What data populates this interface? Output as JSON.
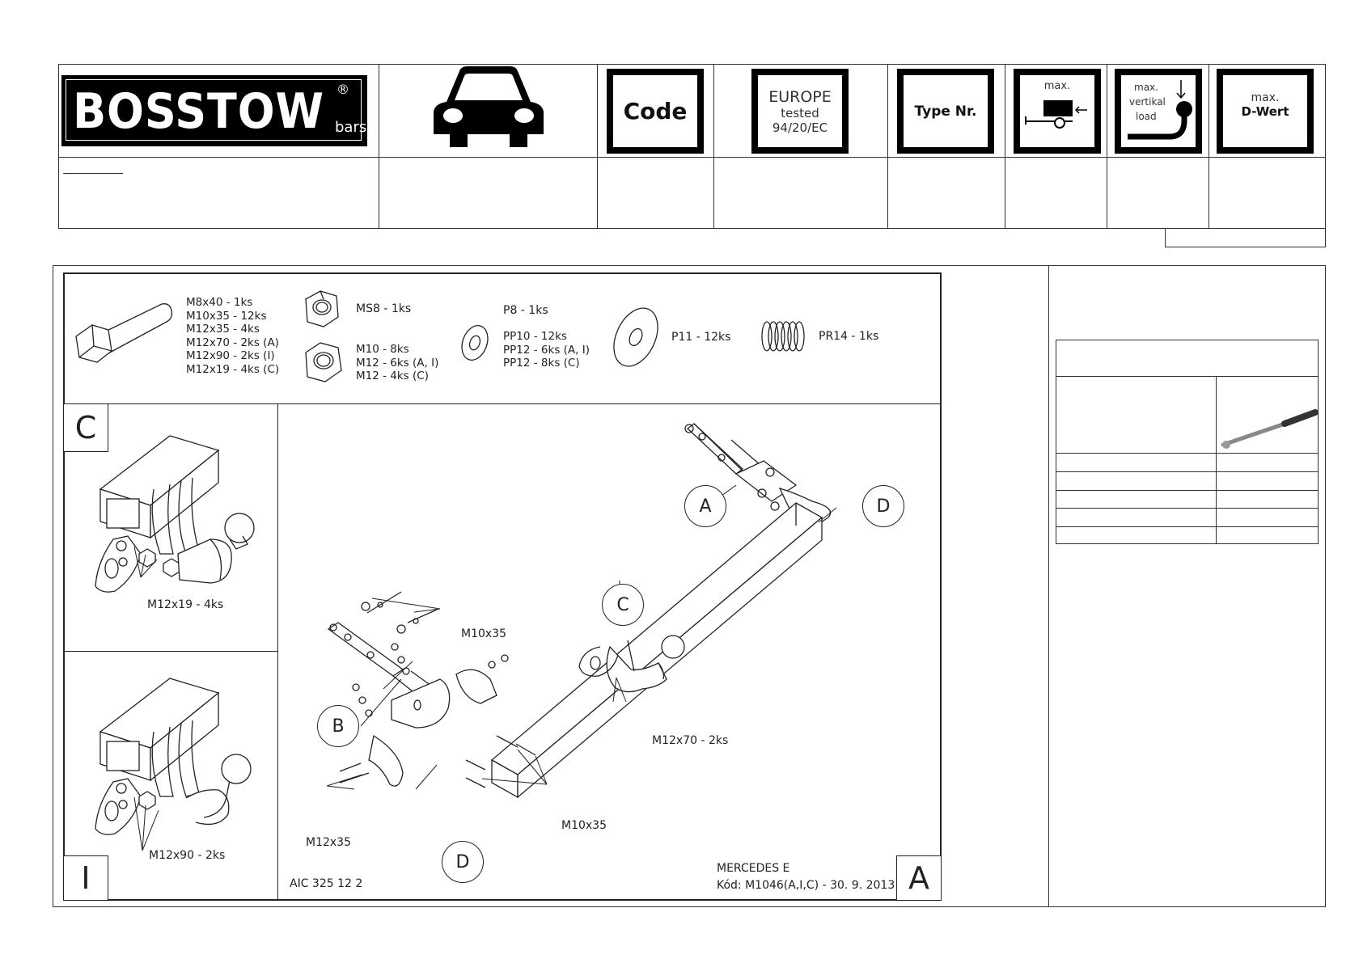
{
  "header": {
    "brand": "BOSSTOW",
    "brand_sub": "bars",
    "brand_reg": "®",
    "code_label": "Code",
    "europe": [
      "EUROPE",
      "tested",
      "94/20/EC"
    ],
    "type_label": "Type Nr.",
    "max_label": "max.",
    "vertical": [
      "max.",
      "vertikal",
      "load"
    ],
    "dwert": [
      "max.",
      "D-Wert"
    ]
  },
  "parts": {
    "bolts": [
      "M8x40 - 1ks",
      "M10x35 - 12ks",
      "M12x35 - 4ks",
      "M12x70 - 2ks (A)",
      "M12x90 - 2ks (I)",
      "M12x19 - 4ks (C)"
    ],
    "nut_top": "MS8 - 1ks",
    "nuts": [
      "M10 - 8ks",
      "M12 - 6ks (A, I)",
      "M12 - 4ks (C)"
    ],
    "washer_small": "P8 - 1ks",
    "washers": [
      "PP10 - 12ks",
      "PP12 - 6ks (A, I)",
      "PP12 - 8ks (C)"
    ],
    "washer_large": "P11 - 12ks",
    "spring": "PR14 - 1ks"
  },
  "detail_c": {
    "letter": "C",
    "callout": "M12x19 - 4ks"
  },
  "detail_i": {
    "letter": "I",
    "callout": "M12x90 - 2ks"
  },
  "main": {
    "callouts": {
      "A": "A",
      "B": "B",
      "C": "C",
      "D1": "D",
      "D2": "D"
    },
    "labels": {
      "m10_top": "M10x35",
      "m10_bottom": "M10x35",
      "m12x35": "M12x35",
      "m12x70": "M12x70 - 2ks"
    },
    "code": "AIC 325 12 2",
    "vehicle": "MERCEDES E",
    "kod": "Kód: M1046(A,I,C) - 30. 9. 2013",
    "corner": "A"
  }
}
